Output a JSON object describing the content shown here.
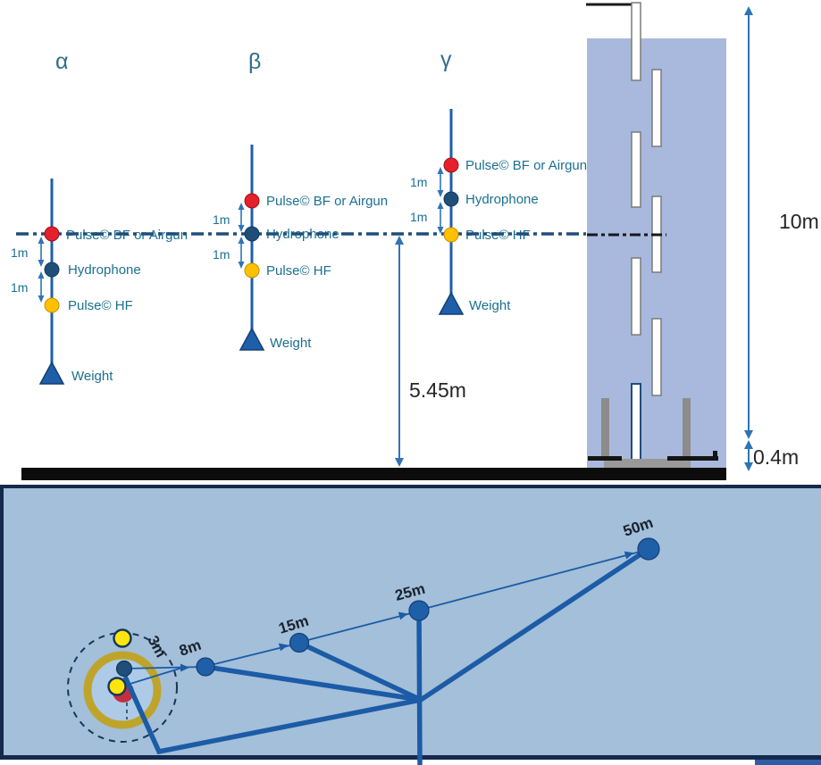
{
  "top": {
    "moorings": [
      {
        "label": "α"
      },
      {
        "label": "β"
      },
      {
        "label": "γ"
      }
    ],
    "sensor_labels": {
      "bf": "Pulse© BF or Airgun",
      "hydro": "Hydrophone",
      "hf": "Pulse© HF",
      "weight": "Weight"
    },
    "spacing_label": "1m",
    "measurements": {
      "source_depth": "5.45m",
      "tank_height": "10m",
      "base_height": "0.4m"
    }
  },
  "bottom": {
    "distances": [
      "3m",
      "8m",
      "15m",
      "25m",
      "50m"
    ]
  },
  "palette": {
    "bf_source_red": "#e3202c",
    "hydrophone_navy": "#1f4e79",
    "hf_source_yellow": "#ffc000",
    "mooring_blue": "#1f5fa8",
    "tank_blue": "#a8b9dd",
    "panel_blue": "#a3bfd9",
    "panel_border_navy": "#14294d",
    "ring_yellow": "#bfa42c",
    "marker_yellow": "#ffe60a",
    "center_red": "#c22f40",
    "teal_text": "#1b7090"
  }
}
